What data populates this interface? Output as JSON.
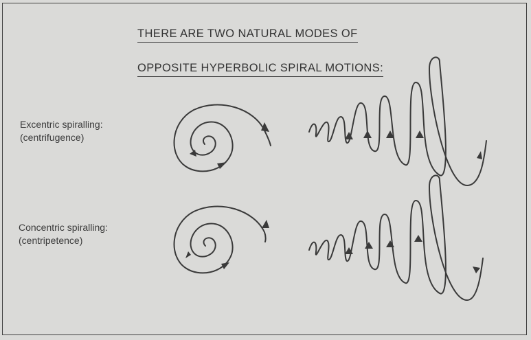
{
  "title": {
    "line1": "THERE ARE TWO NATURAL MODES OF",
    "line2": "OPPOSITE HYPERBOLIC SPIRAL MOTIONS:"
  },
  "modes": [
    {
      "name": "Excentric spiralling:",
      "term": "(centrifugence)"
    },
    {
      "name": "Concentric spiralling:",
      "term": "(centripetence)"
    }
  ],
  "colors": {
    "ink": "#3a3a3a",
    "background": "#dadad8"
  }
}
